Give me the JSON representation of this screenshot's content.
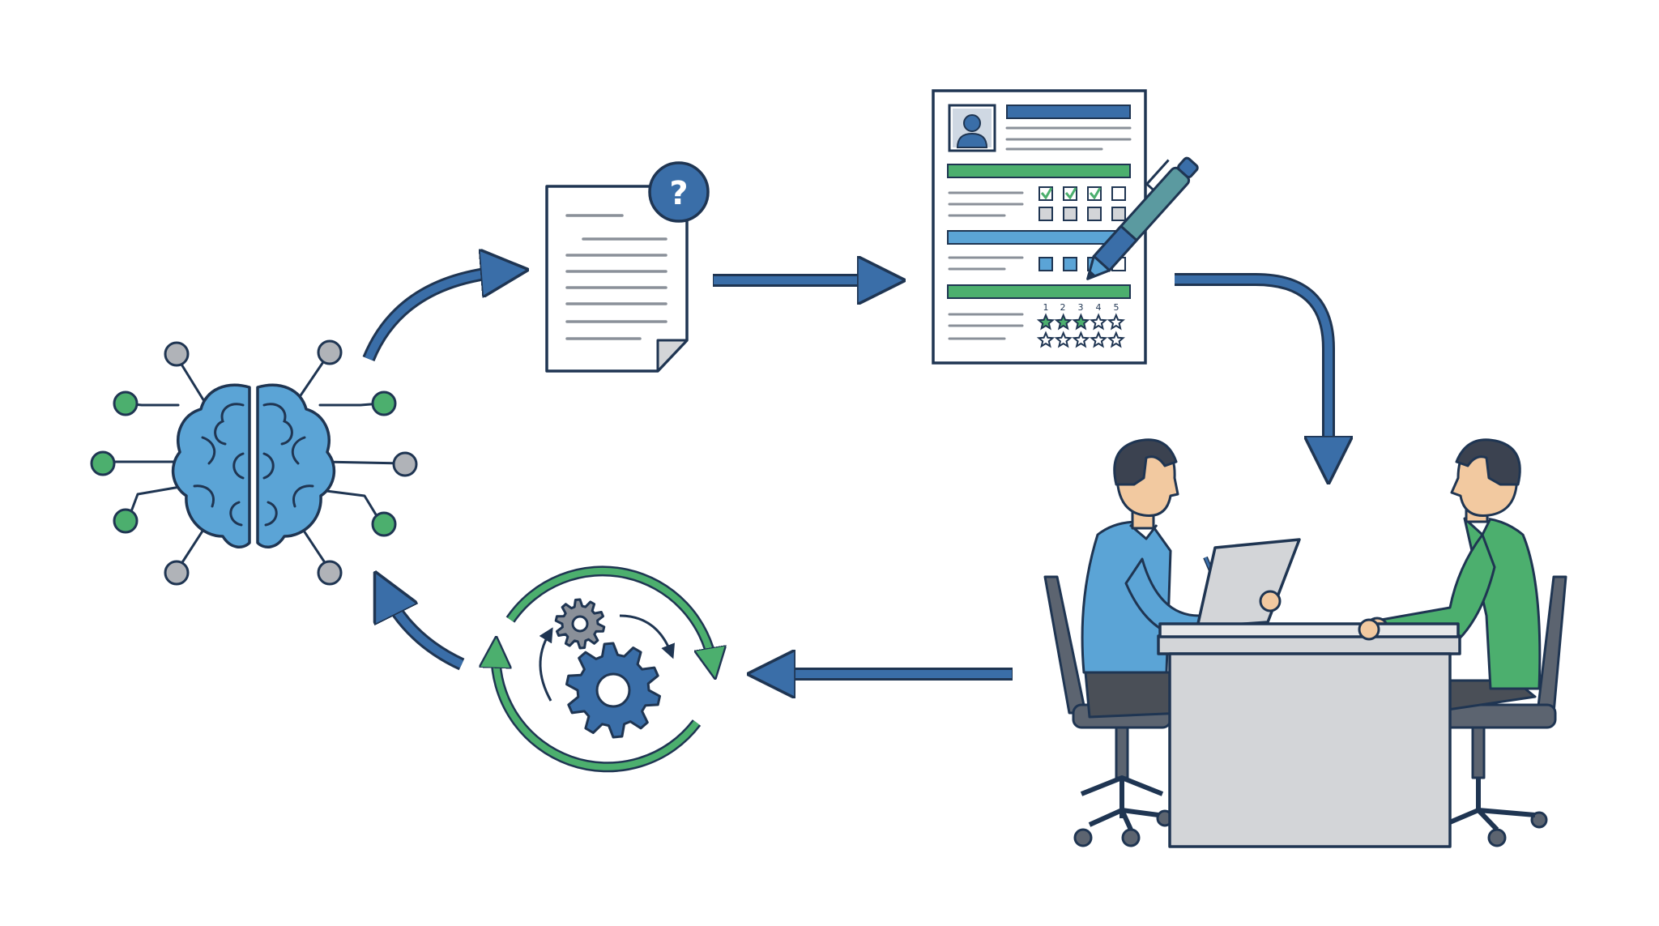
{
  "colors": {
    "outline": "#1f3552",
    "primary_blue": "#3a6ea8",
    "light_blue": "#5ba4d6",
    "green": "#4caf6e",
    "gray_node": "#b0b3b8",
    "desk_gray": "#d3d5d8",
    "chair_gray": "#5c6470",
    "pants_gray": "#4a4f57",
    "skin": "#f2c9a0",
    "hair": "#3b4250",
    "background": "#ffffff"
  },
  "icons": {
    "brain": "ai-brain-network-icon",
    "document": "question-document-icon",
    "question_badge": "question-mark-badge-icon",
    "form": "evaluation-form-icon",
    "pen": "pen-icon",
    "interview": "interview-scene-icon",
    "cycle": "improvement-cycle-gears-icon"
  },
  "document": {
    "badge_text": "?"
  },
  "form": {
    "rating_numbers": [
      "1",
      "2",
      "3",
      "4",
      "5"
    ],
    "checked_boxes": 3,
    "total_boxes": 4,
    "filled_stars": 3,
    "total_stars": 5
  }
}
